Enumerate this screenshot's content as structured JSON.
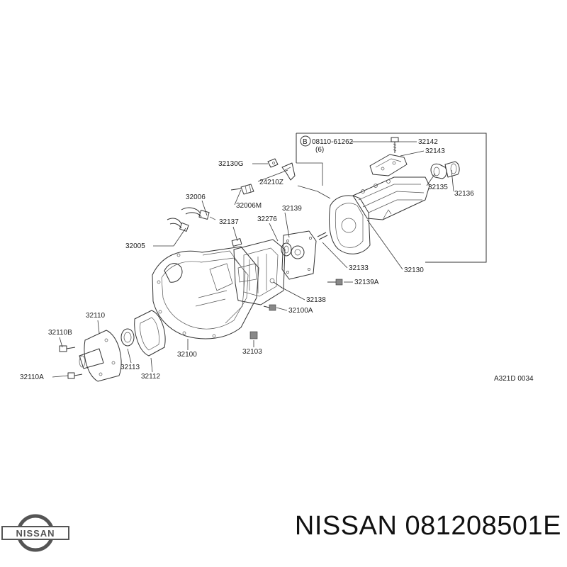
{
  "callouts": [
    {
      "key": "bolt_ref",
      "text": "08110-61262"
    },
    {
      "key": "bolt_qty",
      "text": "(6)"
    },
    {
      "key": "p32142",
      "text": "32142"
    },
    {
      "key": "p32143",
      "text": "32143"
    },
    {
      "key": "p32135",
      "text": "32135"
    },
    {
      "key": "p32136",
      "text": "32136"
    },
    {
      "key": "p32130G",
      "text": "32130G"
    },
    {
      "key": "p24210Z",
      "text": "24210Z"
    },
    {
      "key": "p32006",
      "text": "32006"
    },
    {
      "key": "p32006M",
      "text": "32006M"
    },
    {
      "key": "p32139",
      "text": "32139"
    },
    {
      "key": "p32276",
      "text": "32276"
    },
    {
      "key": "p32137",
      "text": "32137"
    },
    {
      "key": "p32005",
      "text": "32005"
    },
    {
      "key": "p32133",
      "text": "32133"
    },
    {
      "key": "p32130",
      "text": "32130"
    },
    {
      "key": "p32139A",
      "text": "32139A"
    },
    {
      "key": "p32138",
      "text": "32138"
    },
    {
      "key": "p32100A",
      "text": "32100A"
    },
    {
      "key": "p32110",
      "text": "32110"
    },
    {
      "key": "p32110B",
      "text": "32110B"
    },
    {
      "key": "p32103",
      "text": "32103"
    },
    {
      "key": "p32100",
      "text": "32100"
    },
    {
      "key": "p32113",
      "text": "32113"
    },
    {
      "key": "p32112",
      "text": "32112"
    },
    {
      "key": "p32110A",
      "text": "32110A"
    }
  ],
  "bolt_symbol": "B",
  "figure_code": "A321D 0034",
  "logo": {
    "wordmark": "NISSAN",
    "color": "#555555"
  },
  "caption": "NISSAN 081208501E"
}
